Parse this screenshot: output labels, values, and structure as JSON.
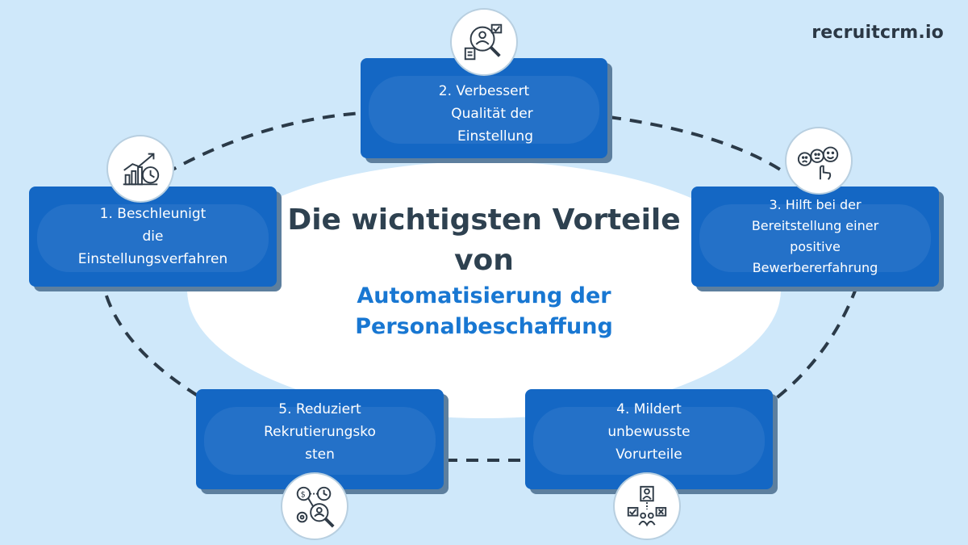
{
  "brand": "recruitcrm.io",
  "title": {
    "line1": "Die wichtigsten Vorteile",
    "line2": "von",
    "line3": "Automatisierung der",
    "line4": "Personalbeschaffung"
  },
  "cards": [
    {
      "lines": [
        "1. Beschleunigt",
        "die",
        "Einstellungsverfahren"
      ],
      "icon": "growth-chart-clock-icon"
    },
    {
      "lines": [
        "2. Verbessert",
        "Qualität der",
        "Einstellung"
      ],
      "icon": "candidate-search-icon"
    },
    {
      "lines": [
        "3. Hilft bei der",
        "Bereitstellung einer",
        "positive",
        "Bewerbererfahrung"
      ],
      "icon": "feedback-faces-icon"
    },
    {
      "lines": [
        "4. Mildert",
        "unbewusste",
        "Vorurteile"
      ],
      "icon": "candidate-selection-icon"
    },
    {
      "lines": [
        "5. Reduziert",
        "Rekrutierungsko",
        "sten"
      ],
      "icon": "cost-time-search-icon"
    }
  ],
  "colors": {
    "background": "#cfe8fa",
    "card": "#1467c4",
    "title_dark": "#2e4150",
    "title_blue": "#1877d2"
  }
}
